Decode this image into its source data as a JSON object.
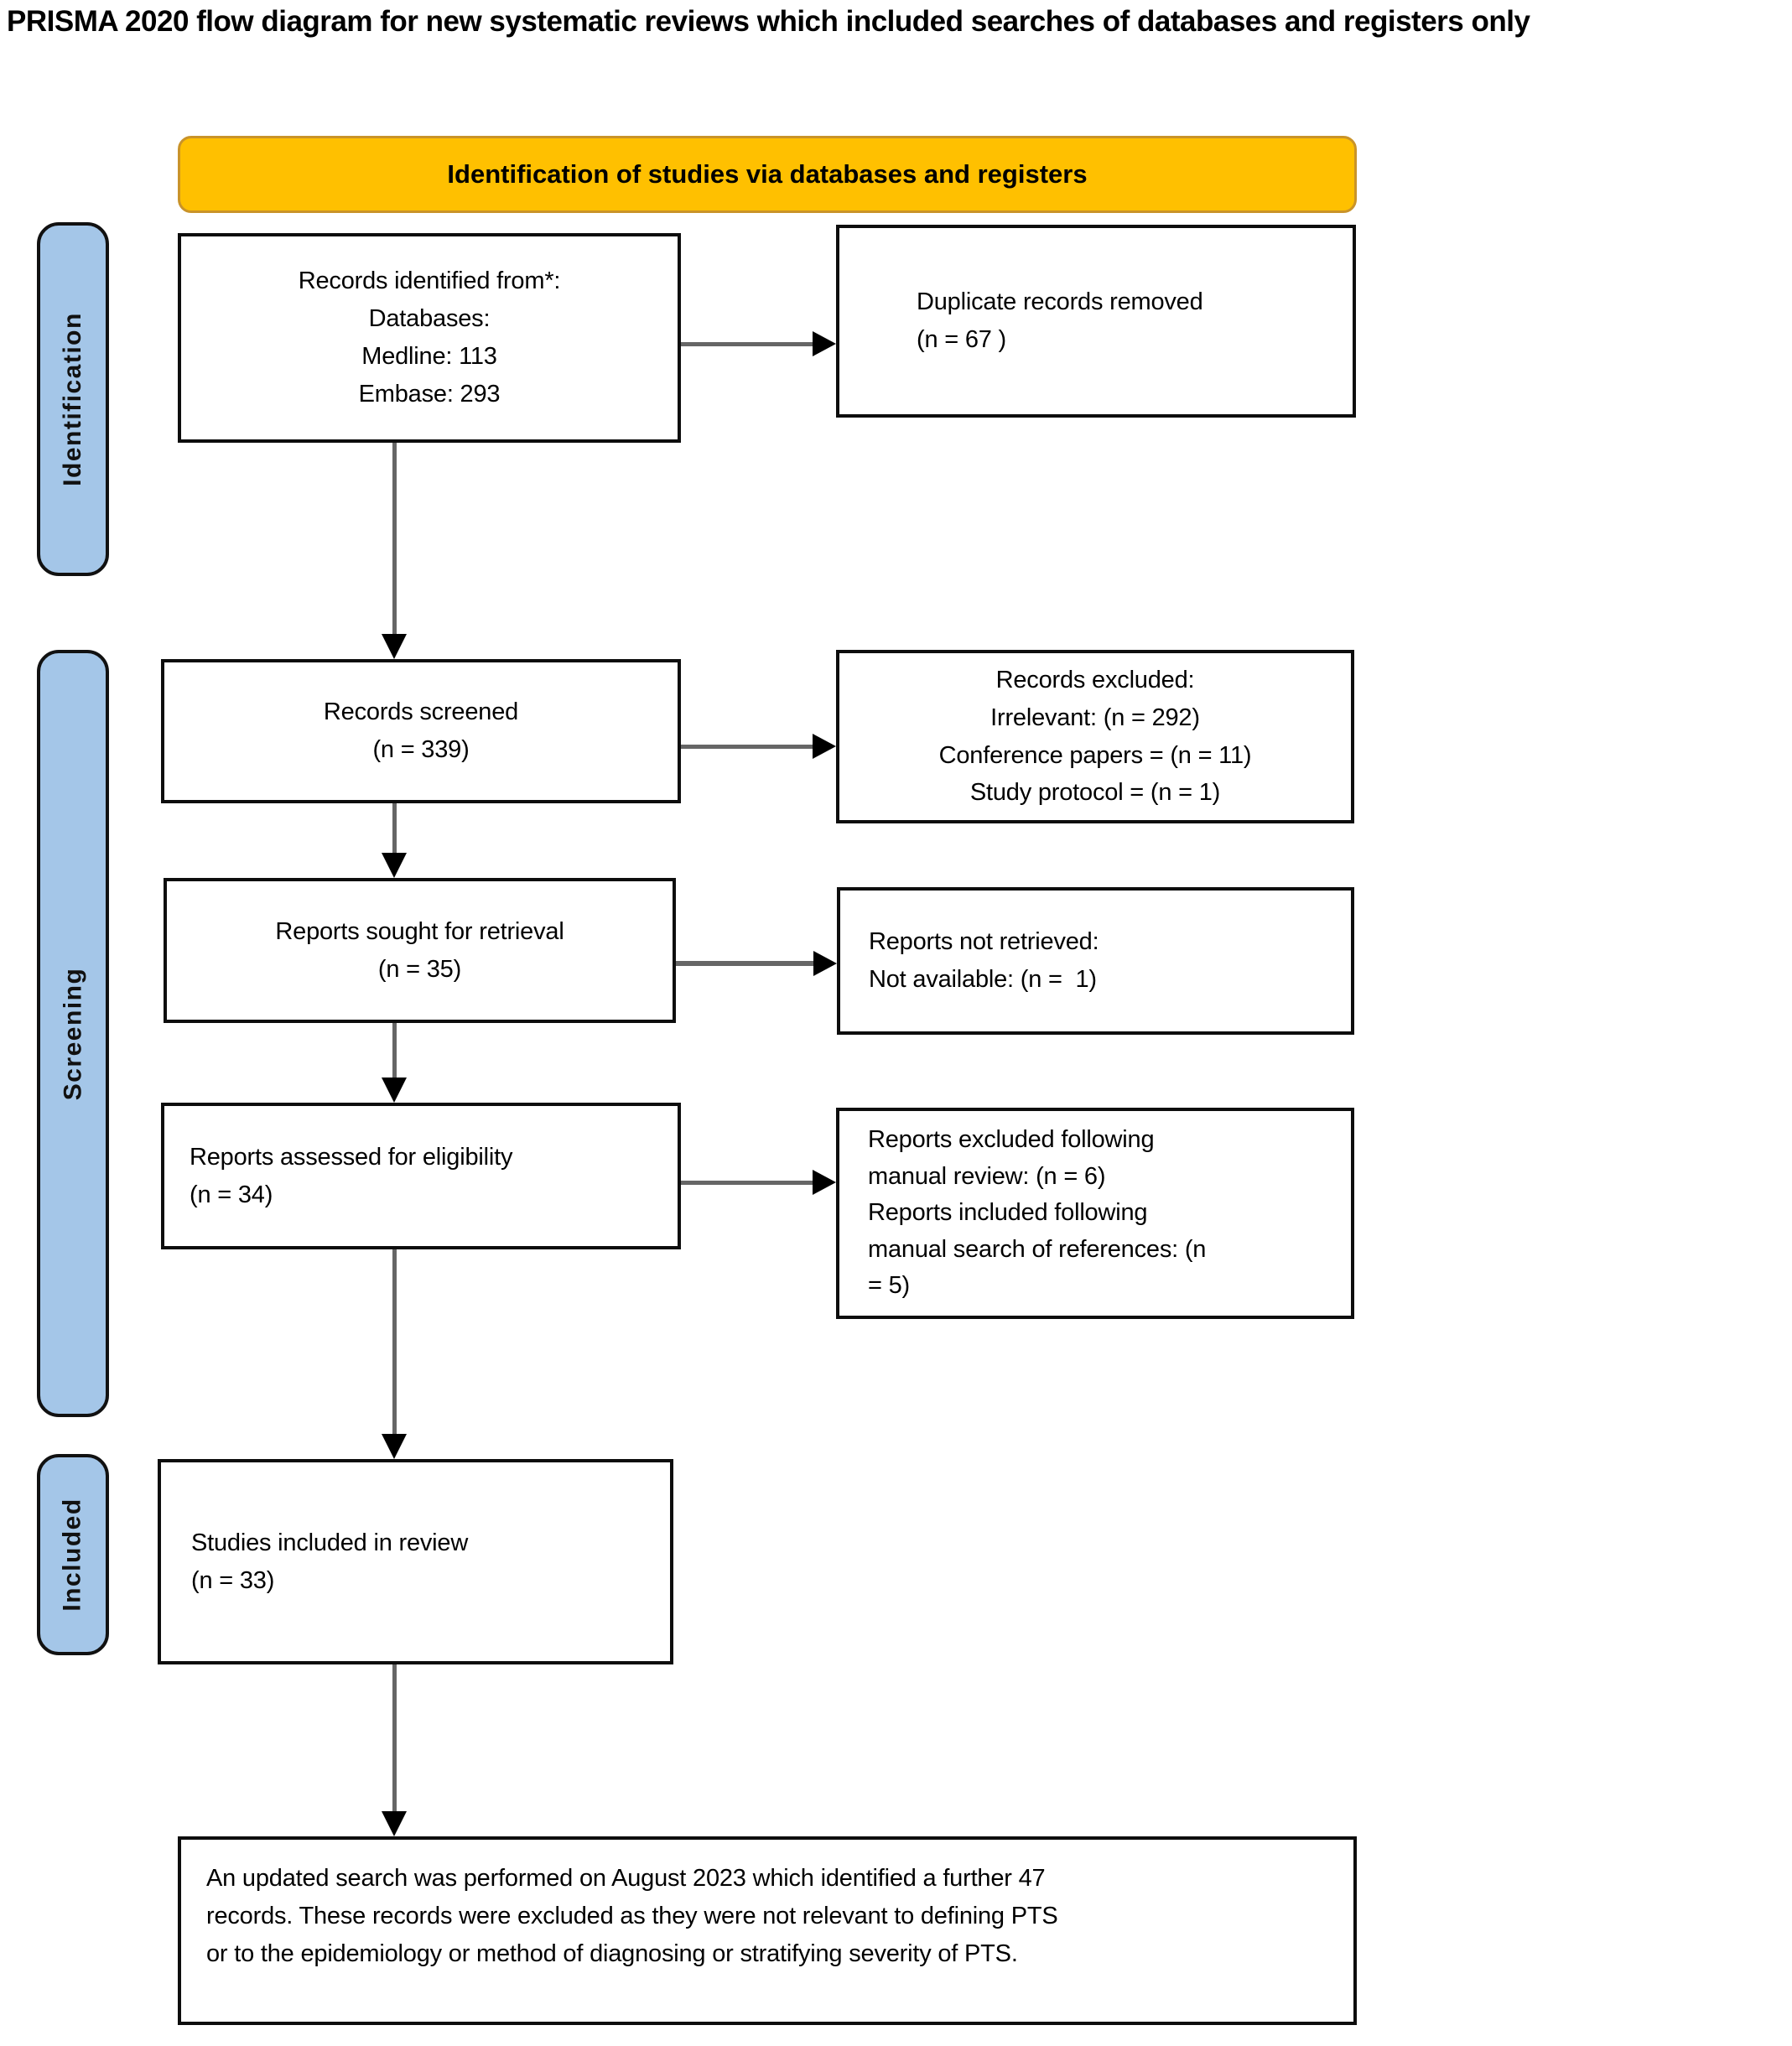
{
  "title": "PRISMA 2020 flow diagram for new systematic reviews which included searches of databases and registers only",
  "banner": {
    "label": "Identification of studies via databases and registers"
  },
  "stages": [
    {
      "label": "Identification"
    },
    {
      "label": "Screening"
    },
    {
      "label": "Included"
    }
  ],
  "boxes": {
    "records_identified": {
      "text": "Records identified from*:\nDatabases:\nMedline: 113\nEmbase: 293"
    },
    "duplicates_removed": {
      "text": "Duplicate records removed\n(n = 67 )"
    },
    "records_screened": {
      "text": "Records screened\n(n = 339)"
    },
    "records_excluded": {
      "text": "Records excluded:\nIrrelevant: (n = 292)\nConference papers = (n = 11)\nStudy protocol = (n = 1)"
    },
    "reports_sought": {
      "text": "Reports sought for retrieval\n(n = 35)"
    },
    "reports_not_retrieved": {
      "text": "Reports not retrieved:\nNot available: (n =  1)"
    },
    "reports_assessed": {
      "text": "Reports assessed for eligibility\n(n = 34)"
    },
    "reports_excluded_manual": {
      "text": "Reports excluded following\nmanual review: (n = 6)\nReports included following\nmanual search of references: (n\n= 5)"
    },
    "studies_included": {
      "text": "Studies included in review\n(n = 33)"
    },
    "updated_search_note": {
      "text": "An updated search was performed on August 2023 which identified a further 47\nrecords. These records were excluded as they were not relevant to defining PTS\nor to the epidemiology or method of diagnosing or stratifying severity of PTS."
    }
  },
  "colors": {
    "banner_fill": "#FFC000",
    "banner_border": "#C99329",
    "stage_fill": "#A4C6E8",
    "box_border": "#0d0d0d",
    "arrow_line": "#666666",
    "arrow_head": "#000000"
  }
}
